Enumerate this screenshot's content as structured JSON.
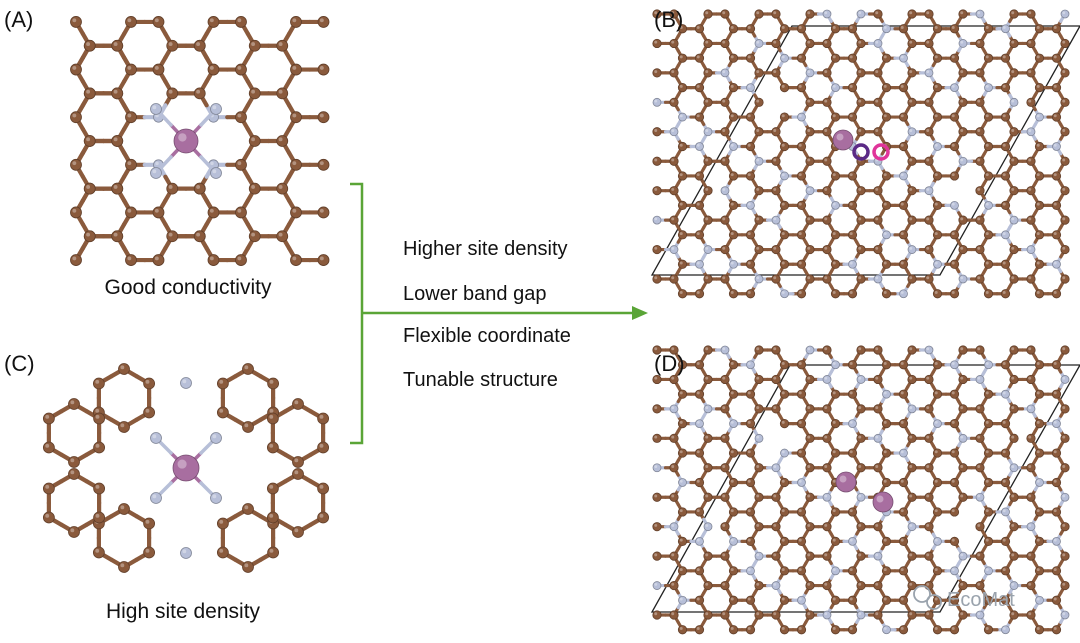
{
  "panels": {
    "a": {
      "label": "(A)",
      "caption": "Good conductivity"
    },
    "b": {
      "label": "(B)"
    },
    "c": {
      "label": "(C)",
      "caption": "High site density"
    },
    "d": {
      "label": "(D)"
    }
  },
  "features": [
    "Higher site density",
    "Lower band gap",
    "Flexible coordinate",
    "Tunable structure"
  ],
  "watermark": "EcoMat",
  "colors": {
    "carbon": "#8a5a3c",
    "nitrogen": "#b7bfd8",
    "metal": "#a86ea0",
    "hydrogen": "#efd3d3",
    "arrow": "#5aa537",
    "cell": "#222222",
    "o2_first": "#5b2a86",
    "o2_second": "#e0359a"
  }
}
